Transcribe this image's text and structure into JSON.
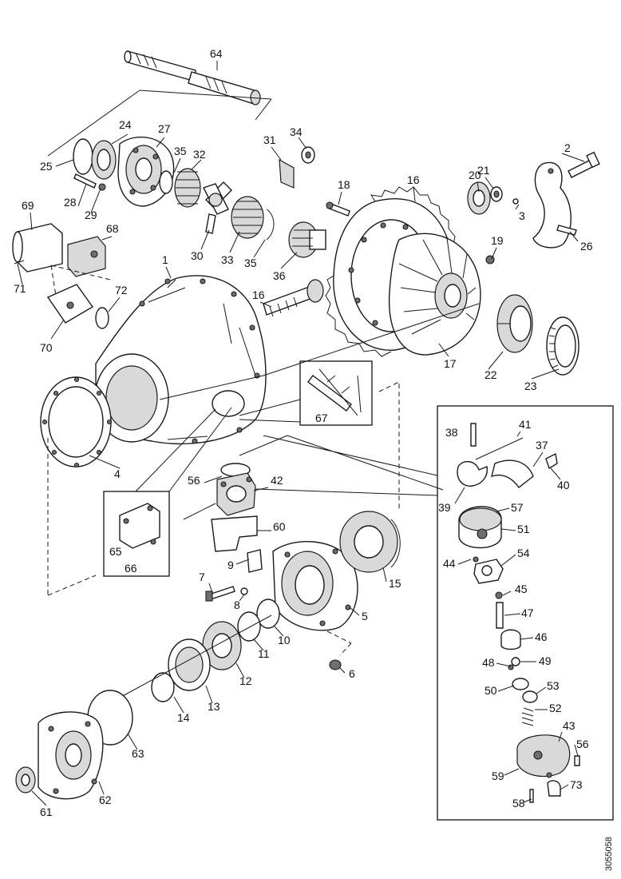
{
  "document_number": "3055058",
  "callouts": [
    {
      "id": "64",
      "label": "64"
    },
    {
      "id": "24",
      "label": "24"
    },
    {
      "id": "27",
      "label": "27"
    },
    {
      "id": "25",
      "label": "25"
    },
    {
      "id": "31",
      "label": "31"
    },
    {
      "id": "34",
      "label": "34"
    },
    {
      "id": "35a",
      "label": "35"
    },
    {
      "id": "32",
      "label": "32"
    },
    {
      "id": "2",
      "label": "2"
    },
    {
      "id": "21",
      "label": "21"
    },
    {
      "id": "20",
      "label": "20"
    },
    {
      "id": "16a",
      "label": "16"
    },
    {
      "id": "18",
      "label": "18"
    },
    {
      "id": "28",
      "label": "28"
    },
    {
      "id": "29",
      "label": "29"
    },
    {
      "id": "3",
      "label": "3"
    },
    {
      "id": "69",
      "label": "69"
    },
    {
      "id": "68",
      "label": "68"
    },
    {
      "id": "30",
      "label": "30"
    },
    {
      "id": "33",
      "label": "33"
    },
    {
      "id": "35b",
      "label": "35"
    },
    {
      "id": "36",
      "label": "36"
    },
    {
      "id": "19",
      "label": "19"
    },
    {
      "id": "26",
      "label": "26"
    },
    {
      "id": "71",
      "label": "71"
    },
    {
      "id": "1",
      "label": "1"
    },
    {
      "id": "72",
      "label": "72"
    },
    {
      "id": "16b",
      "label": "16"
    },
    {
      "id": "70",
      "label": "70"
    },
    {
      "id": "17",
      "label": "17"
    },
    {
      "id": "22",
      "label": "22"
    },
    {
      "id": "23",
      "label": "23"
    },
    {
      "id": "67",
      "label": "67"
    },
    {
      "id": "4",
      "label": "4"
    },
    {
      "id": "38",
      "label": "38"
    },
    {
      "id": "41",
      "label": "41"
    },
    {
      "id": "37",
      "label": "37"
    },
    {
      "id": "40",
      "label": "40"
    },
    {
      "id": "56a",
      "label": "56"
    },
    {
      "id": "42",
      "label": "42"
    },
    {
      "id": "39",
      "label": "39"
    },
    {
      "id": "57",
      "label": "57"
    },
    {
      "id": "60",
      "label": "60"
    },
    {
      "id": "51",
      "label": "51"
    },
    {
      "id": "65",
      "label": "65"
    },
    {
      "id": "66",
      "label": "66"
    },
    {
      "id": "9",
      "label": "9"
    },
    {
      "id": "44",
      "label": "44"
    },
    {
      "id": "54",
      "label": "54"
    },
    {
      "id": "7",
      "label": "7"
    },
    {
      "id": "15",
      "label": "15"
    },
    {
      "id": "8",
      "label": "8"
    },
    {
      "id": "45",
      "label": "45"
    },
    {
      "id": "5",
      "label": "5"
    },
    {
      "id": "47",
      "label": "47"
    },
    {
      "id": "10",
      "label": "10"
    },
    {
      "id": "46",
      "label": "46"
    },
    {
      "id": "11",
      "label": "11"
    },
    {
      "id": "48",
      "label": "48"
    },
    {
      "id": "49",
      "label": "49"
    },
    {
      "id": "6",
      "label": "6"
    },
    {
      "id": "12",
      "label": "12"
    },
    {
      "id": "50",
      "label": "50"
    },
    {
      "id": "53",
      "label": "53"
    },
    {
      "id": "13",
      "label": "13"
    },
    {
      "id": "52",
      "label": "52"
    },
    {
      "id": "14",
      "label": "14"
    },
    {
      "id": "43",
      "label": "43"
    },
    {
      "id": "63",
      "label": "63"
    },
    {
      "id": "56b",
      "label": "56"
    },
    {
      "id": "59",
      "label": "59"
    },
    {
      "id": "73",
      "label": "73"
    },
    {
      "id": "62",
      "label": "62"
    },
    {
      "id": "58",
      "label": "58"
    },
    {
      "id": "61",
      "label": "61"
    }
  ]
}
